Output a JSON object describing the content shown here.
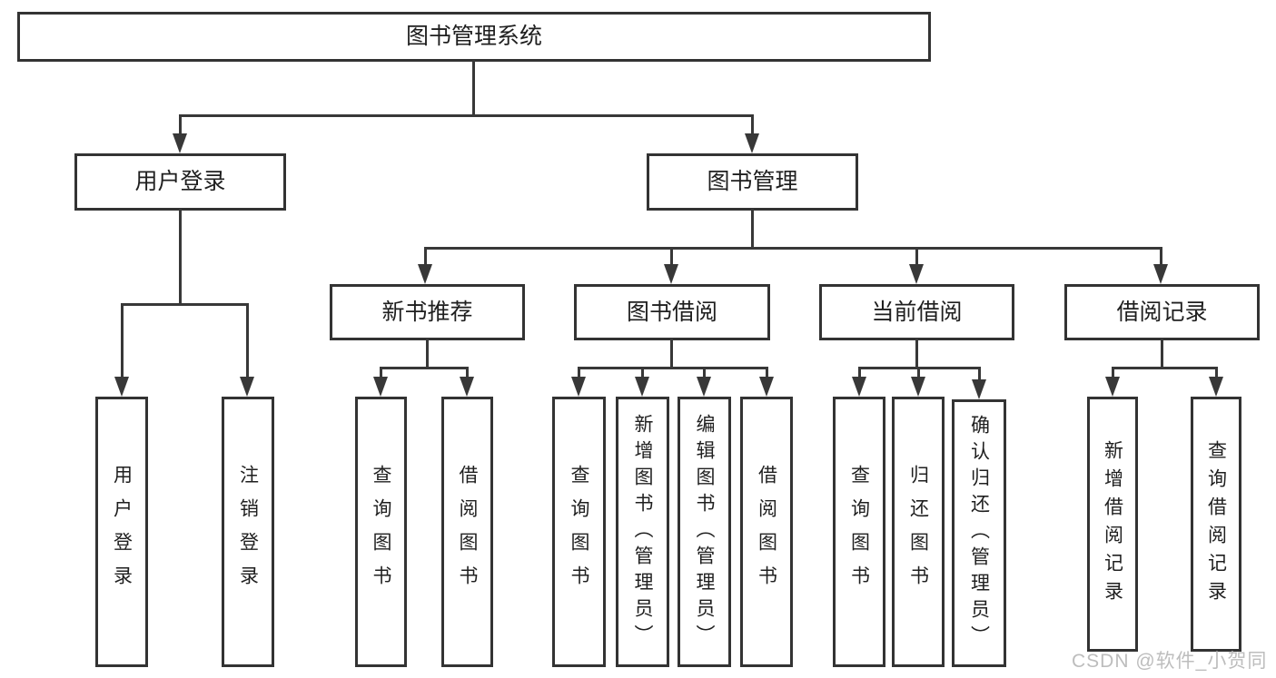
{
  "diagram": {
    "tree": {
      "label": "图书管理系统",
      "children": [
        {
          "label": "用户登录",
          "children": [
            {
              "label": "用户登录"
            },
            {
              "label": "注销登录"
            }
          ]
        },
        {
          "label": "图书管理",
          "children": [
            {
              "label": "新书推荐",
              "children": [
                {
                  "label": "查询图书"
                },
                {
                  "label": "借阅图书"
                }
              ]
            },
            {
              "label": "图书借阅",
              "children": [
                {
                  "label": "查询图书"
                },
                {
                  "label": "新增图书（管理员）"
                },
                {
                  "label": "编辑图书（管理员）"
                },
                {
                  "label": "借阅图书"
                }
              ]
            },
            {
              "label": "当前借阅",
              "children": [
                {
                  "label": "查询图书"
                },
                {
                  "label": "归还图书"
                },
                {
                  "label": "确认归还（管理员）"
                }
              ]
            },
            {
              "label": "借阅记录",
              "children": [
                {
                  "label": "新增借阅记录"
                },
                {
                  "label": "查询借阅记录"
                }
              ]
            }
          ]
        }
      ]
    },
    "colors": {
      "line": "#383838",
      "border": "#333333",
      "text": "#1f1f1f",
      "background": "#ffffff",
      "watermark": "#bdbdbd"
    }
  },
  "watermark": {
    "text": "CSDN @软件_小贺同学"
  }
}
